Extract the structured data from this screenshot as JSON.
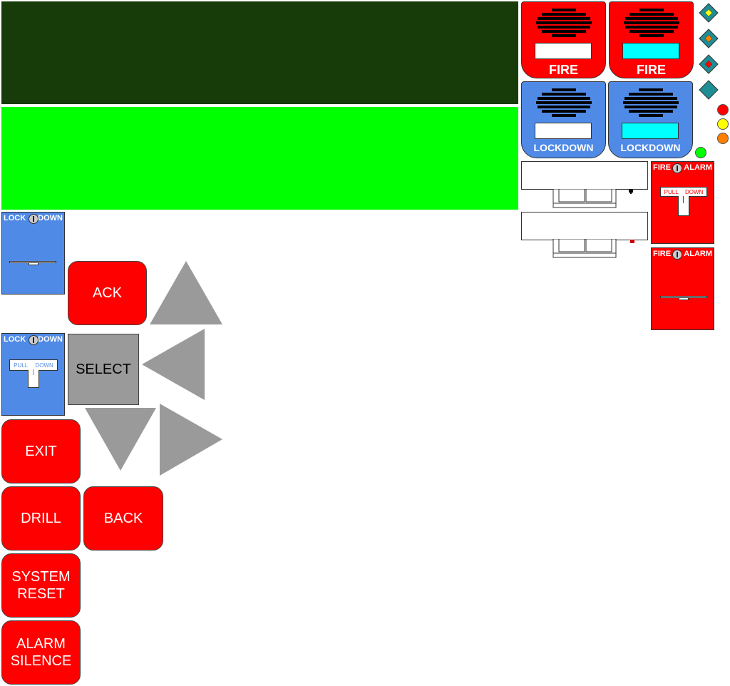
{
  "panel": {
    "buttons": {
      "ack": "ACK",
      "select": "SELECT",
      "exit": "EXIT",
      "drill": "DRILL",
      "back": "BACK",
      "system_reset": "SYSTEM\nRESET",
      "alarm_silence": "ALARM\nSILENCE"
    },
    "arrows": [
      "up-arrow-icon",
      "left-arrow-icon",
      "down-arrow-icon",
      "right-arrow-icon"
    ]
  },
  "horns": {
    "fire_1": "FIRE",
    "fire_2": "FIRE",
    "lockdown_1": "LOCKDOWN",
    "lockdown_2": "LOCKDOWN"
  },
  "pull_stations": {
    "lockdown_active": {
      "left": "LOCK",
      "right": "DOWN"
    },
    "lockdown_normal": {
      "left": "LOCK",
      "right": "DOWN",
      "pull": "PULL",
      "down": "DOWN"
    },
    "fire_normal": {
      "left": "FIRE",
      "right": "ALARM",
      "pull": "PULL",
      "down": "DOWN"
    },
    "fire_active": {
      "left": "FIRE",
      "right": "ALARM"
    }
  },
  "colors": {
    "display_dark": "#173c0a",
    "display_bright": "#00ff00",
    "button_red": "#ff0000",
    "select_gray": "#9a9a9a",
    "lockdown_blue": "#4f8ae6",
    "strobe_cyan": "#00ffff",
    "lamp_red": "#ff0000",
    "lamp_yellow": "#ffff00",
    "lamp_orange": "#ff8000",
    "lamp_green": "#00ff00"
  }
}
